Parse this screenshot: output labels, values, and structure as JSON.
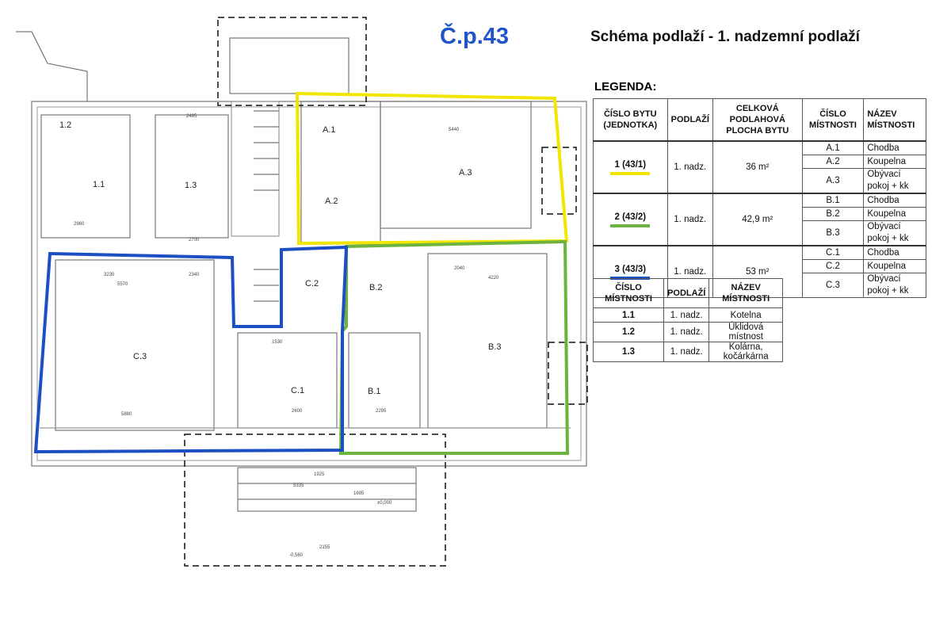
{
  "header": {
    "building": "Č.p.43",
    "title": "Schéma podlaží - 1. nadzemní podlaží"
  },
  "legend": {
    "title": "LEGENDA:",
    "units_table": {
      "headers": [
        "ČÍSLO BYTU (JEDNOTKA)",
        "PODLAŽÍ",
        "CELKOVÁ PODLAHOVÁ PLOCHA BYTU",
        "ČÍSLO MÍSTNOSTI",
        "NÁZEV MÍSTNOSTI"
      ],
      "units": [
        {
          "unit": "1 (43/1)",
          "floor": "1. nadz.",
          "area": "36 m²",
          "color": "#f2e600",
          "rooms": [
            {
              "no": "A.1",
              "name": "Chodba"
            },
            {
              "no": "A.2",
              "name": "Koupelna"
            },
            {
              "no": "A.3",
              "name": "Obývací pokoj + kk"
            }
          ]
        },
        {
          "unit": "2 (43/2)",
          "floor": "1. nadz.",
          "area": "42,9 m²",
          "color": "#6db33f",
          "rooms": [
            {
              "no": "B.1",
              "name": "Chodba"
            },
            {
              "no": "B.2",
              "name": "Koupelna"
            },
            {
              "no": "B.3",
              "name": "Obývací pokoj + kk"
            }
          ]
        },
        {
          "unit": "3 (43/3)",
          "floor": "1. nadz.",
          "area": "53 m²",
          "color": "#1c4fc4",
          "rooms": [
            {
              "no": "C.1",
              "name": "Chodba"
            },
            {
              "no": "C.2",
              "name": "Koupelna"
            },
            {
              "no": "C.3",
              "name": "Obývací pokoj + kk"
            }
          ]
        }
      ]
    },
    "common_table": {
      "headers": [
        "ČÍSLO MÍSTNOSTI",
        "PODLAŽÍ",
        "NÁZEV MÍSTNOSTI"
      ],
      "rows": [
        {
          "no": "1.1",
          "floor": "1. nadz.",
          "name": "Kotelna"
        },
        {
          "no": "1.2",
          "floor": "1. nadz.",
          "name": "Úklidová místnost"
        },
        {
          "no": "1.3",
          "floor": "1. nadz.",
          "name": "Kolárna, kočárkárna"
        }
      ]
    }
  },
  "plan": {
    "rooms": {
      "r12": "1.2",
      "r11": "1.1",
      "r13": "1.3",
      "a1": "A.1",
      "a2": "A.2",
      "a3": "A.3",
      "c2": "C.2",
      "b2": "B.2",
      "c3": "C.3",
      "c1": "C.1",
      "b1": "B.1",
      "b3": "B.3"
    },
    "dims": {
      "d1": "5440",
      "d2": "5570",
      "d3": "3230",
      "d4": "2340",
      "d5": "4220",
      "d6": "2040",
      "d7": "5880",
      "d8": "2600",
      "d9": "2295",
      "d10": "5335",
      "d11": "1925",
      "d12": "1695",
      "d13": "2155",
      "d14": "±0,000",
      "d15": "-0,560",
      "d16": "2960",
      "d17": "2700",
      "d18": "2495",
      "d19": "1530"
    }
  }
}
